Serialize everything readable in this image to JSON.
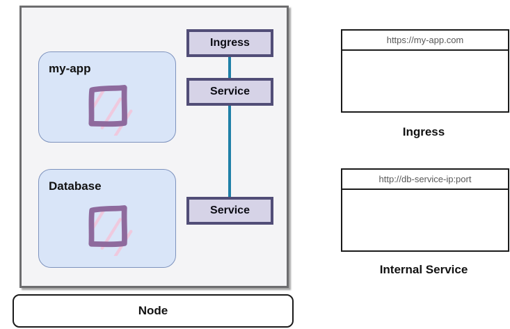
{
  "node": {
    "label": "Node",
    "pods": [
      {
        "name": "my-app"
      },
      {
        "name": "Database"
      }
    ],
    "ingress_label": "Ingress",
    "service_top_label": "Service",
    "service_bottom_label": "Service"
  },
  "browsers": [
    {
      "url": "https://my-app.com",
      "caption": "Ingress"
    },
    {
      "url": "http://db-service-ip:port",
      "caption": "Internal Service"
    }
  ],
  "colors": {
    "node_fill": "#f4f4f6",
    "node_border": "#6d6d6f",
    "pod_fill": "#d9e5f8",
    "pod_border": "#7d92bd",
    "k8s_box_fill": "#d6d3e7",
    "k8s_box_border": "#514d77",
    "connector": "#1f80a8",
    "icon_purple": "#8e6a9d",
    "icon_pink": "#f3c5da"
  }
}
